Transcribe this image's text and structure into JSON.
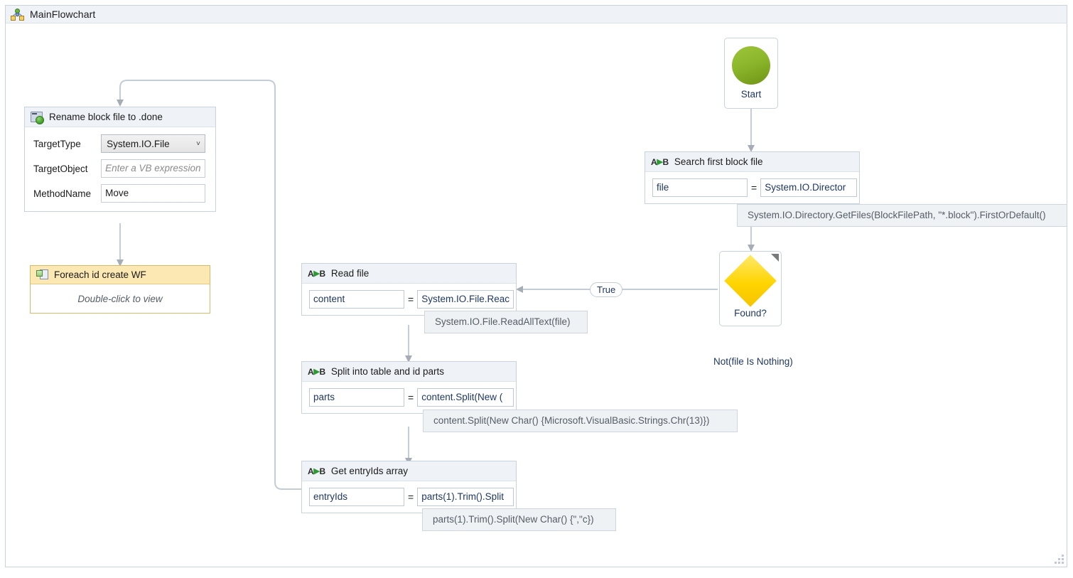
{
  "window": {
    "title": "MainFlowchart",
    "icon": "flowchart-icon"
  },
  "colors": {
    "header_bg": "#eff3f7",
    "border": "#c8d3de",
    "start_green": "#8cb72c",
    "decision_yellow": "#ffd400",
    "foreach_amber": "#fce8b2",
    "expression_text": "#1f3864",
    "tooltip_bg": "#eff2f5"
  },
  "nodes": {
    "start": {
      "label": "Start",
      "icon": "start-circle-icon"
    },
    "search_block_file": {
      "title": "Search first block file",
      "icon": "assign-icon",
      "variable": "file",
      "operator": "=",
      "value": "System.IO.Director",
      "tooltip": "System.IO.Directory.GetFiles(BlockFilePath, \"*.block\").FirstOrDefault()"
    },
    "decision": {
      "label": "Found?",
      "icon": "decision-diamond-icon",
      "condition": "Not(file Is Nothing)",
      "true_label": "True"
    },
    "read_file": {
      "title": "Read file",
      "icon": "assign-icon",
      "variable": "content",
      "operator": "=",
      "value": "System.IO.File.Reac",
      "tooltip": "System.IO.File.ReadAllText(file)"
    },
    "split_parts": {
      "title": "Split into table and id parts",
      "icon": "assign-icon",
      "variable": "parts",
      "operator": "=",
      "value": "content.Split(New (",
      "tooltip": "content.Split(New Char() {Microsoft.VisualBasic.Strings.Chr(13)})"
    },
    "get_entry_ids": {
      "title": "Get entryIds array",
      "icon": "assign-icon",
      "variable": "entryIds",
      "operator": "=",
      "value": "parts(1).Trim().Split",
      "tooltip": "parts(1).Trim().Split(New Char() {\",\"c})"
    },
    "rename_block_file": {
      "title": "Rename block file to .done",
      "icon": "invoke-method-icon",
      "fields": [
        {
          "label": "TargetType",
          "value": "System.IO.File",
          "control": "combobox",
          "chevron": "˅"
        },
        {
          "label": "TargetObject",
          "value": "Enter a VB expression",
          "control": "placeholder-textbox"
        },
        {
          "label": "MethodName",
          "value": "Move",
          "control": "textbox"
        }
      ]
    },
    "foreach_wf": {
      "title": "Foreach id create WF",
      "icon": "invoke-workflow-icon",
      "body_hint": "Double-click to view"
    }
  },
  "grip": {
    "name": "resize-grip"
  }
}
